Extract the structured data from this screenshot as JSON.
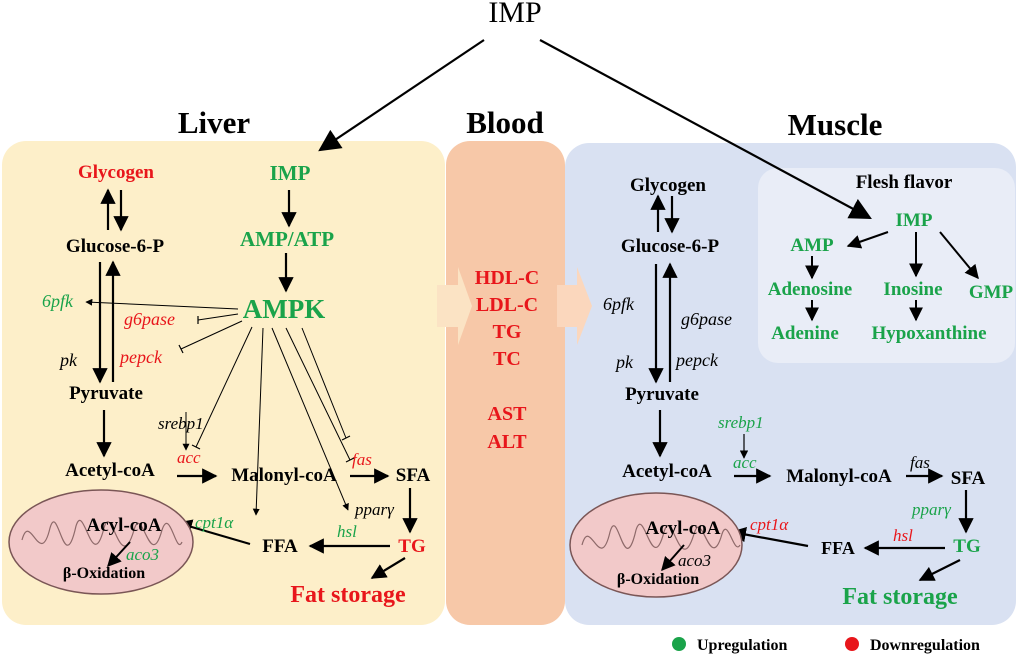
{
  "colors": {
    "up": "#1aa34a",
    "down": "#e8161b",
    "black": "#000000",
    "liver_bg": "#fdefc9",
    "blood_bg": "#f7c8a8",
    "muscle_bg": "#d9e1f2",
    "flavor_bg": "#e9edf7"
  },
  "top_label": "IMP",
  "liver": {
    "title": "Liver",
    "glycogen": "Glycogen",
    "glucose6p": "Glucose-6-P",
    "pyruvate": "Pyruvate",
    "acetyl_coa": "Acetyl-coA",
    "malonyl_coa": "Malonyl-coA",
    "sfa": "SFA",
    "ffa": "FFA",
    "tg": "TG",
    "acyl_coa": "Acyl-coA",
    "beta_ox": "β-Oxidation",
    "imp": "IMP",
    "amp_atp": "AMP/ATP",
    "ampk": "AMPK",
    "fat_storage": "Fat storage",
    "genes": {
      "6pfk": "6pfk",
      "g6pase": "g6pase",
      "pk": "pk",
      "pepck": "pepck",
      "srebp1": "srebp1",
      "acc": "acc",
      "fas": "fas",
      "ppar": "pparγ",
      "hsl": "hsl",
      "cpt1": "cpt1α",
      "aco3": "aco3"
    }
  },
  "blood": {
    "title": "Blood",
    "markers": [
      "HDL-C",
      "LDL-C",
      "TG",
      "TC",
      "AST",
      "ALT"
    ]
  },
  "muscle": {
    "title": "Muscle",
    "glycogen": "Glycogen",
    "glucose6p": "Glucose-6-P",
    "pyruvate": "Pyruvate",
    "acetyl_coa": "Acetyl-coA",
    "malonyl_coa": "Malonyl-coA",
    "sfa": "SFA",
    "ffa": "FFA",
    "tg": "TG",
    "acyl_coa": "Acyl-coA",
    "beta_ox": "β-Oxidation",
    "fat_storage": "Fat storage",
    "genes": {
      "6pfk": "6pfk",
      "g6pase": "g6pase",
      "pk": "pk",
      "pepck": "pepck",
      "srebp1": "srebp1",
      "acc": "acc",
      "fas": "fas",
      "ppar": "pparγ",
      "hsl": "hsl",
      "cpt1": "cpt1α",
      "aco3": "aco3"
    },
    "flavor": {
      "title": "Flesh flavor",
      "imp": "IMP",
      "amp": "AMP",
      "adenosine": "Adenosine",
      "adenine": "Adenine",
      "inosine": "Inosine",
      "hypoxanthine": "Hypoxanthine",
      "gmp": "GMP"
    }
  },
  "legend": {
    "up": "Upregulation",
    "down": "Downregulation"
  }
}
